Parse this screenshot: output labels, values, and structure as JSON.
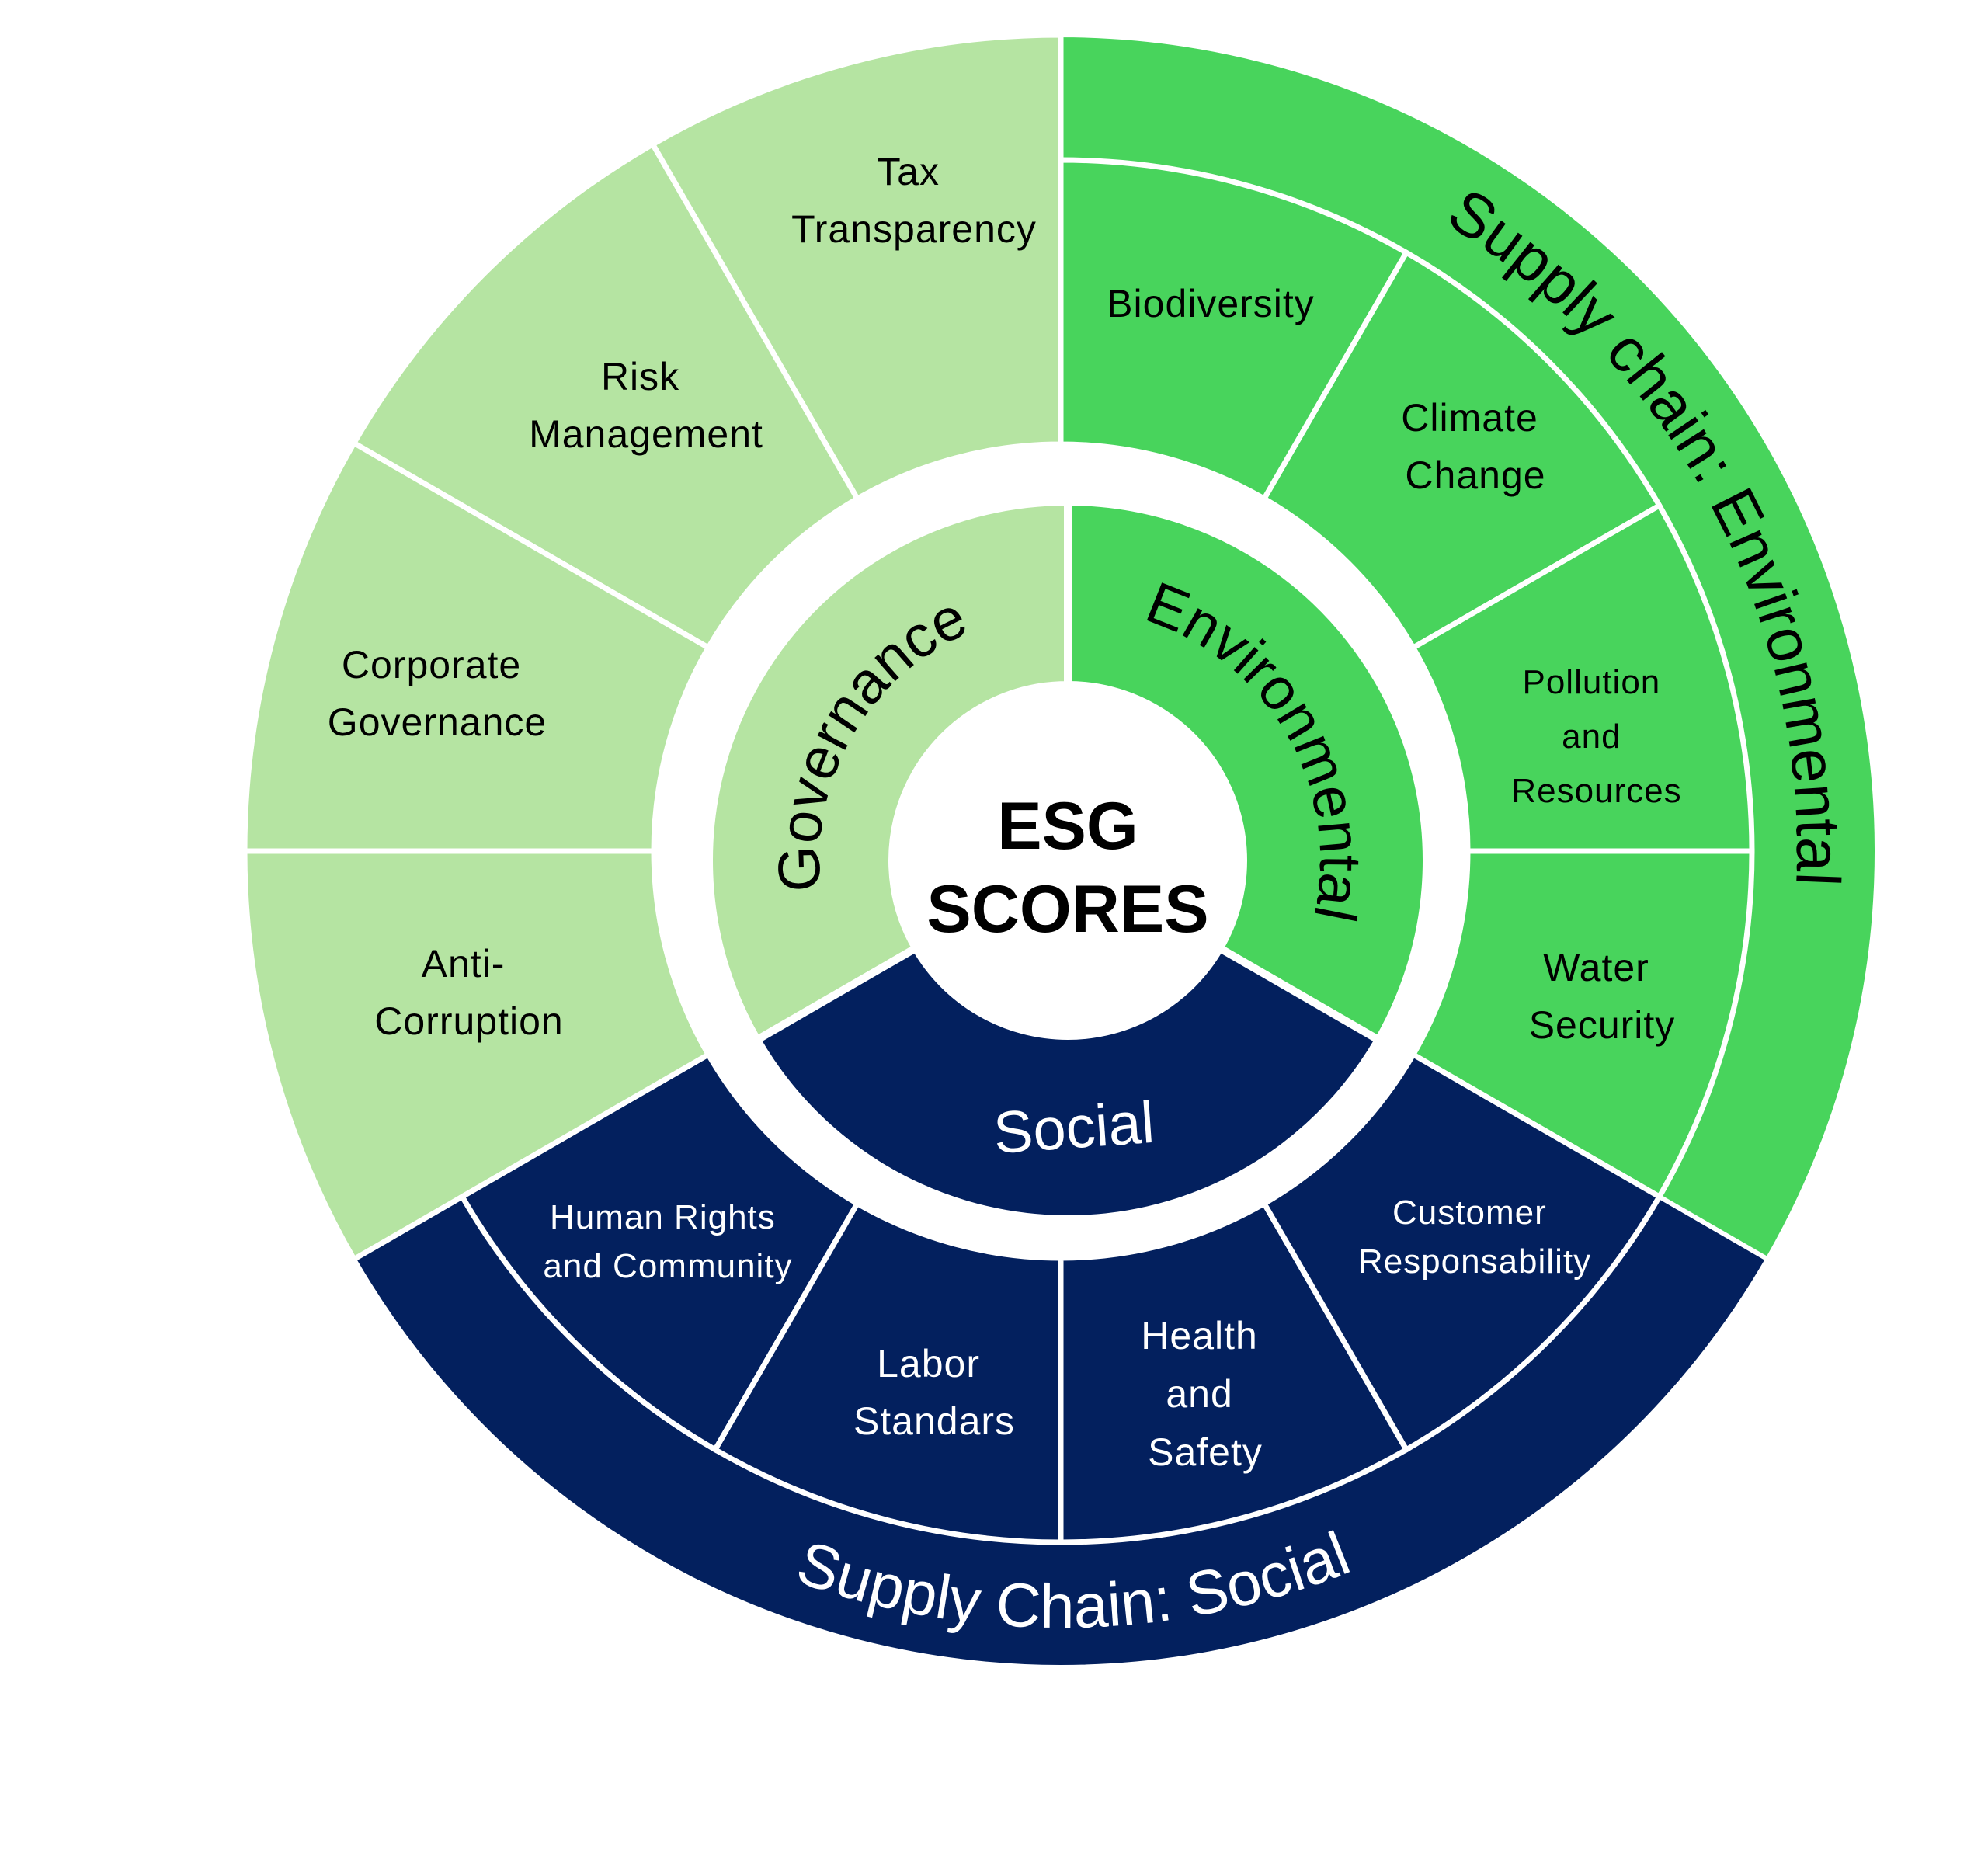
{
  "title": "ESG SCORES",
  "center": {
    "line1": "ESG",
    "line2": "SCORES"
  },
  "colors": {
    "governance": "#B5E4A2",
    "environmental": "#48D45C",
    "social": "#03205E",
    "divider": "#FFFFFF",
    "text_dark": "#000000",
    "text_light": "#FFFFFF"
  },
  "pillars": [
    {
      "id": "governance",
      "label": "Governance",
      "subcategories": [
        {
          "label_lines": [
            "Tax",
            "Transparency"
          ]
        },
        {
          "label_lines": [
            "Risk",
            "Management"
          ]
        },
        {
          "label_lines": [
            "Corporate",
            "Governance"
          ]
        },
        {
          "label_lines": [
            "Anti-",
            "Corruption"
          ]
        }
      ],
      "supply_chain_label": null
    },
    {
      "id": "environmental",
      "label": "Environmental",
      "subcategories": [
        {
          "label_lines": [
            "Biodiversity"
          ]
        },
        {
          "label_lines": [
            "Climate",
            "Change"
          ]
        },
        {
          "label_lines": [
            "Pollution",
            "and",
            "Resources"
          ]
        },
        {
          "label_lines": [
            "Water",
            "Security"
          ]
        }
      ],
      "supply_chain_label": "Supply chain: Environmental"
    },
    {
      "id": "social",
      "label": "Social",
      "subcategories": [
        {
          "label_lines": [
            "Human Rights",
            "and Community"
          ]
        },
        {
          "label_lines": [
            "Labor",
            "Standars"
          ]
        },
        {
          "label_lines": [
            "Health",
            "and",
            "Safety"
          ]
        },
        {
          "label_lines": [
            "Customer",
            "Responsability"
          ]
        }
      ],
      "supply_chain_label": "Supply Chain: Social"
    }
  ]
}
